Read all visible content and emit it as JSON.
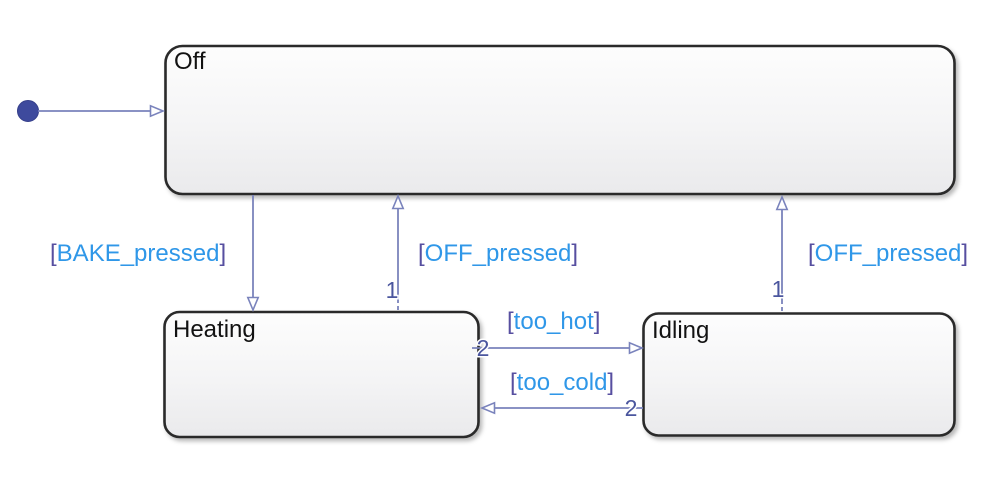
{
  "syntax": {
    "open": "[",
    "close": "]"
  },
  "states": {
    "off": {
      "label": "Off"
    },
    "heating": {
      "label": "Heating"
    },
    "idling": {
      "label": "Idling"
    }
  },
  "transitions": {
    "bake": {
      "condition": "BAKE_pressed"
    },
    "off_from_heating": {
      "condition": "OFF_pressed",
      "order": "1"
    },
    "off_from_idling": {
      "condition": "OFF_pressed",
      "order": "1"
    },
    "too_hot": {
      "condition": "too_hot",
      "order": "2"
    },
    "too_cold": {
      "condition": "too_cold",
      "order": "2"
    }
  },
  "colors": {
    "background": "#ffffff",
    "state_border": "#2a2a2a",
    "state_fill_top": "#fdfdfd",
    "state_fill_bottom": "#eaeaec",
    "transition_line": "#7a83bc",
    "condition_text": "#2f97e8",
    "bracket_text": "#574fa0",
    "order_number": "#4b569e",
    "initial_dot": "#3e4a9d"
  }
}
